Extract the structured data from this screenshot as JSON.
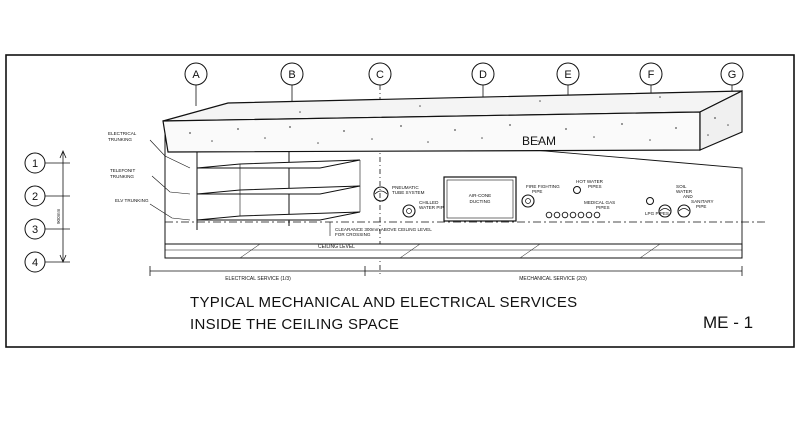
{
  "title_line1": "TYPICAL MECHANICAL AND ELECTRICAL SERVICES",
  "title_line2": "INSIDE THE CEILING SPACE",
  "drawing_code": "ME - 1",
  "beam_label": "BEAM",
  "column_markers": [
    "A",
    "B",
    "C",
    "D",
    "E",
    "F",
    "G"
  ],
  "level_markers": [
    "1",
    "2",
    "3",
    "4"
  ],
  "height_dimension": "900mm",
  "left_labels": {
    "electrical_trunking": [
      "ELECTRICAL",
      "TRUNKING"
    ],
    "telefonit_trunking": [
      "TELEFONIT",
      "TRUNKING"
    ],
    "elv_trunking": "ELV TRUNKING"
  },
  "service_labels": {
    "pneumatic": [
      "PNEUMATIC",
      "TUBE SYSTEM"
    ],
    "chilled_water": [
      "CHILLED",
      "WATER PIPES"
    ],
    "aircond": [
      "AIR-CONE",
      "DUCTING"
    ],
    "fire_fighting": [
      "FIRE FIGHTING",
      "PIPE"
    ],
    "hot_water": [
      "HOT WATER",
      "PIPES"
    ],
    "medical_gas": [
      "MEDICAL GAS",
      "PIPES"
    ],
    "lpg": "LPG PIPES",
    "soil_water": [
      "SOIL",
      "WATER",
      "AND",
      "SANITARY",
      "PIPE"
    ]
  },
  "clearance_note": [
    "CLEARANCE 300mm ABOVE CEILING LEVEL",
    "FOR CROSSING"
  ],
  "ceiling_level": "CEILING LEVEL",
  "zone_labels": {
    "electrical": "ELECTRICAL SERVICE (1/3)",
    "mechanical": "MECHANICAL SERVICE (2/3)"
  }
}
